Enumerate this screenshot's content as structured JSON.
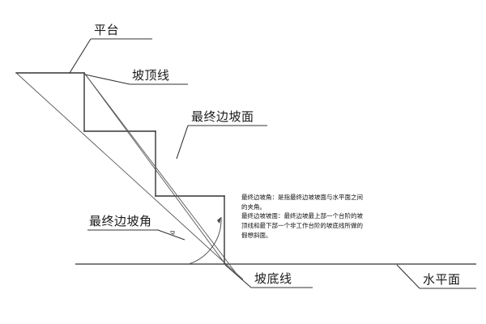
{
  "figure": {
    "title_labels": {
      "platform": "平台",
      "crest_line": "坡顶线",
      "final_slope_face": "最终边坡面",
      "final_slope_angle": "最终边坡角",
      "toe_line": "坡底线",
      "horizontal_plane": "水平面"
    },
    "angle_symbol": "a",
    "note": {
      "lines": [
        "最终边坡角：是指最终边坡坡面与水平面之间",
        "的夹角。",
        "最终边坡坡面：最终边坡最上部一个台阶的坡",
        "顶线和最下部一个非工作台阶的坡底线所做的",
        "假想斜面。"
      ]
    },
    "colors": {
      "line": "#333333",
      "thin_line": "#555555",
      "text": "#1a1a1a",
      "background": "#ffffff"
    }
  }
}
